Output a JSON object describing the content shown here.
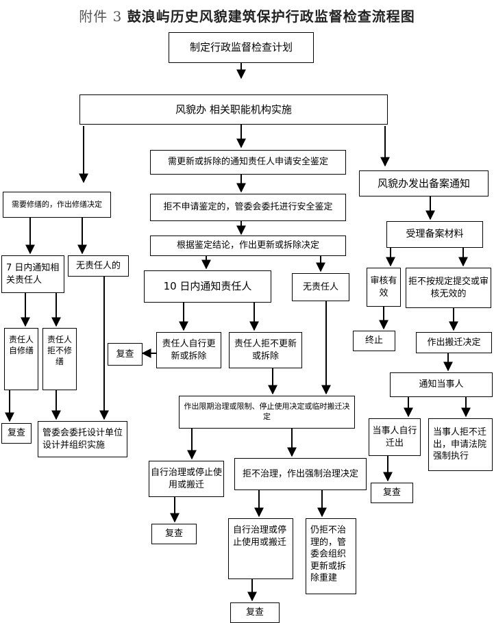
{
  "title": {
    "prefix": "附件 3",
    "main": "鼓浪屿历史风貌建筑保护行政监督检查流程图"
  },
  "nodes": {
    "plan": "制定行政监督检查计划",
    "implement": "风貌办 相关职能机构实施",
    "notify_owner": "需更新或拆除的通知责任人申请安全鉴定",
    "refuse_appraisal": "拒不申请鉴定的，管委会委托进行安全鉴定",
    "decision": "根据鉴定结论，作出更新或拆除决定",
    "notify_10days": "10 日内通知责任人",
    "no_owner_mid": "无责任人",
    "owner_self_renew": "责任人自行更新或拆除",
    "recheck_a": "复查",
    "owner_refuse_renew": "责任人拒不更新或拆除",
    "deadline_decision": "作出限期治理或限制、停止使用决定或临时搬迁决定",
    "self_treat_a": "自行治理或停止使用或搬迁",
    "recheck_b": "复查",
    "refuse_treat": "拒不治理，作出强制治理决定",
    "self_treat_b": "自行治理或停止使用或搬迁",
    "recheck_c": "复查",
    "still_refuse": "仍拒不治理的，管委会组织更新或拆除重建",
    "repair_needed": "需要修缮的，作出修缮决定",
    "notify_7days": "7 日内通知相关责任人",
    "no_owner_left": "无责任人的",
    "owner_self_repair": "责任人自修缮",
    "owner_refuse_repair": "责任人拒不修缮",
    "recheck_d": "复查",
    "commission_design": "管委会委托设计单位设计并组织实施",
    "filing_notice": "风貌办发出备案通知",
    "accept_materials": "受理备案材料",
    "review_valid": "审核有效",
    "terminate": "终止",
    "refuse_submit": "拒不按规定提交或审核无效的",
    "relocation_decision": "作出搬迁决定",
    "notify_party": "通知当事人",
    "party_self_move": "当事人自行迁出",
    "recheck_e": "复查",
    "party_refuse_move": "当事人拒不迁出，申请法院强制执行"
  }
}
